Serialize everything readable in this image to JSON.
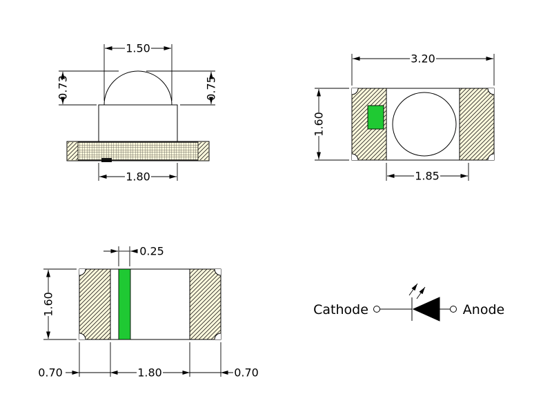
{
  "drawing": {
    "side_view": {
      "dome_width": "1.50",
      "height_left": "0.73",
      "height_right": "0.75",
      "body_width": "1.80"
    },
    "top_view": {
      "overall_width": "3.20",
      "overall_height": "1.60",
      "pad_span": "1.85"
    },
    "bottom_view": {
      "mark_width": "0.25",
      "overall_height": "1.60",
      "left_pad_width": "0.70",
      "center_width": "1.80",
      "right_pad_width": "0.70"
    },
    "symbol": {
      "cathode": "Cathode",
      "anode": "Anode"
    },
    "colors": {
      "body_cream": "#FDF9DC",
      "polarity_green": "#1FC933",
      "line": "#000000",
      "background": "#FFFFFF"
    }
  }
}
